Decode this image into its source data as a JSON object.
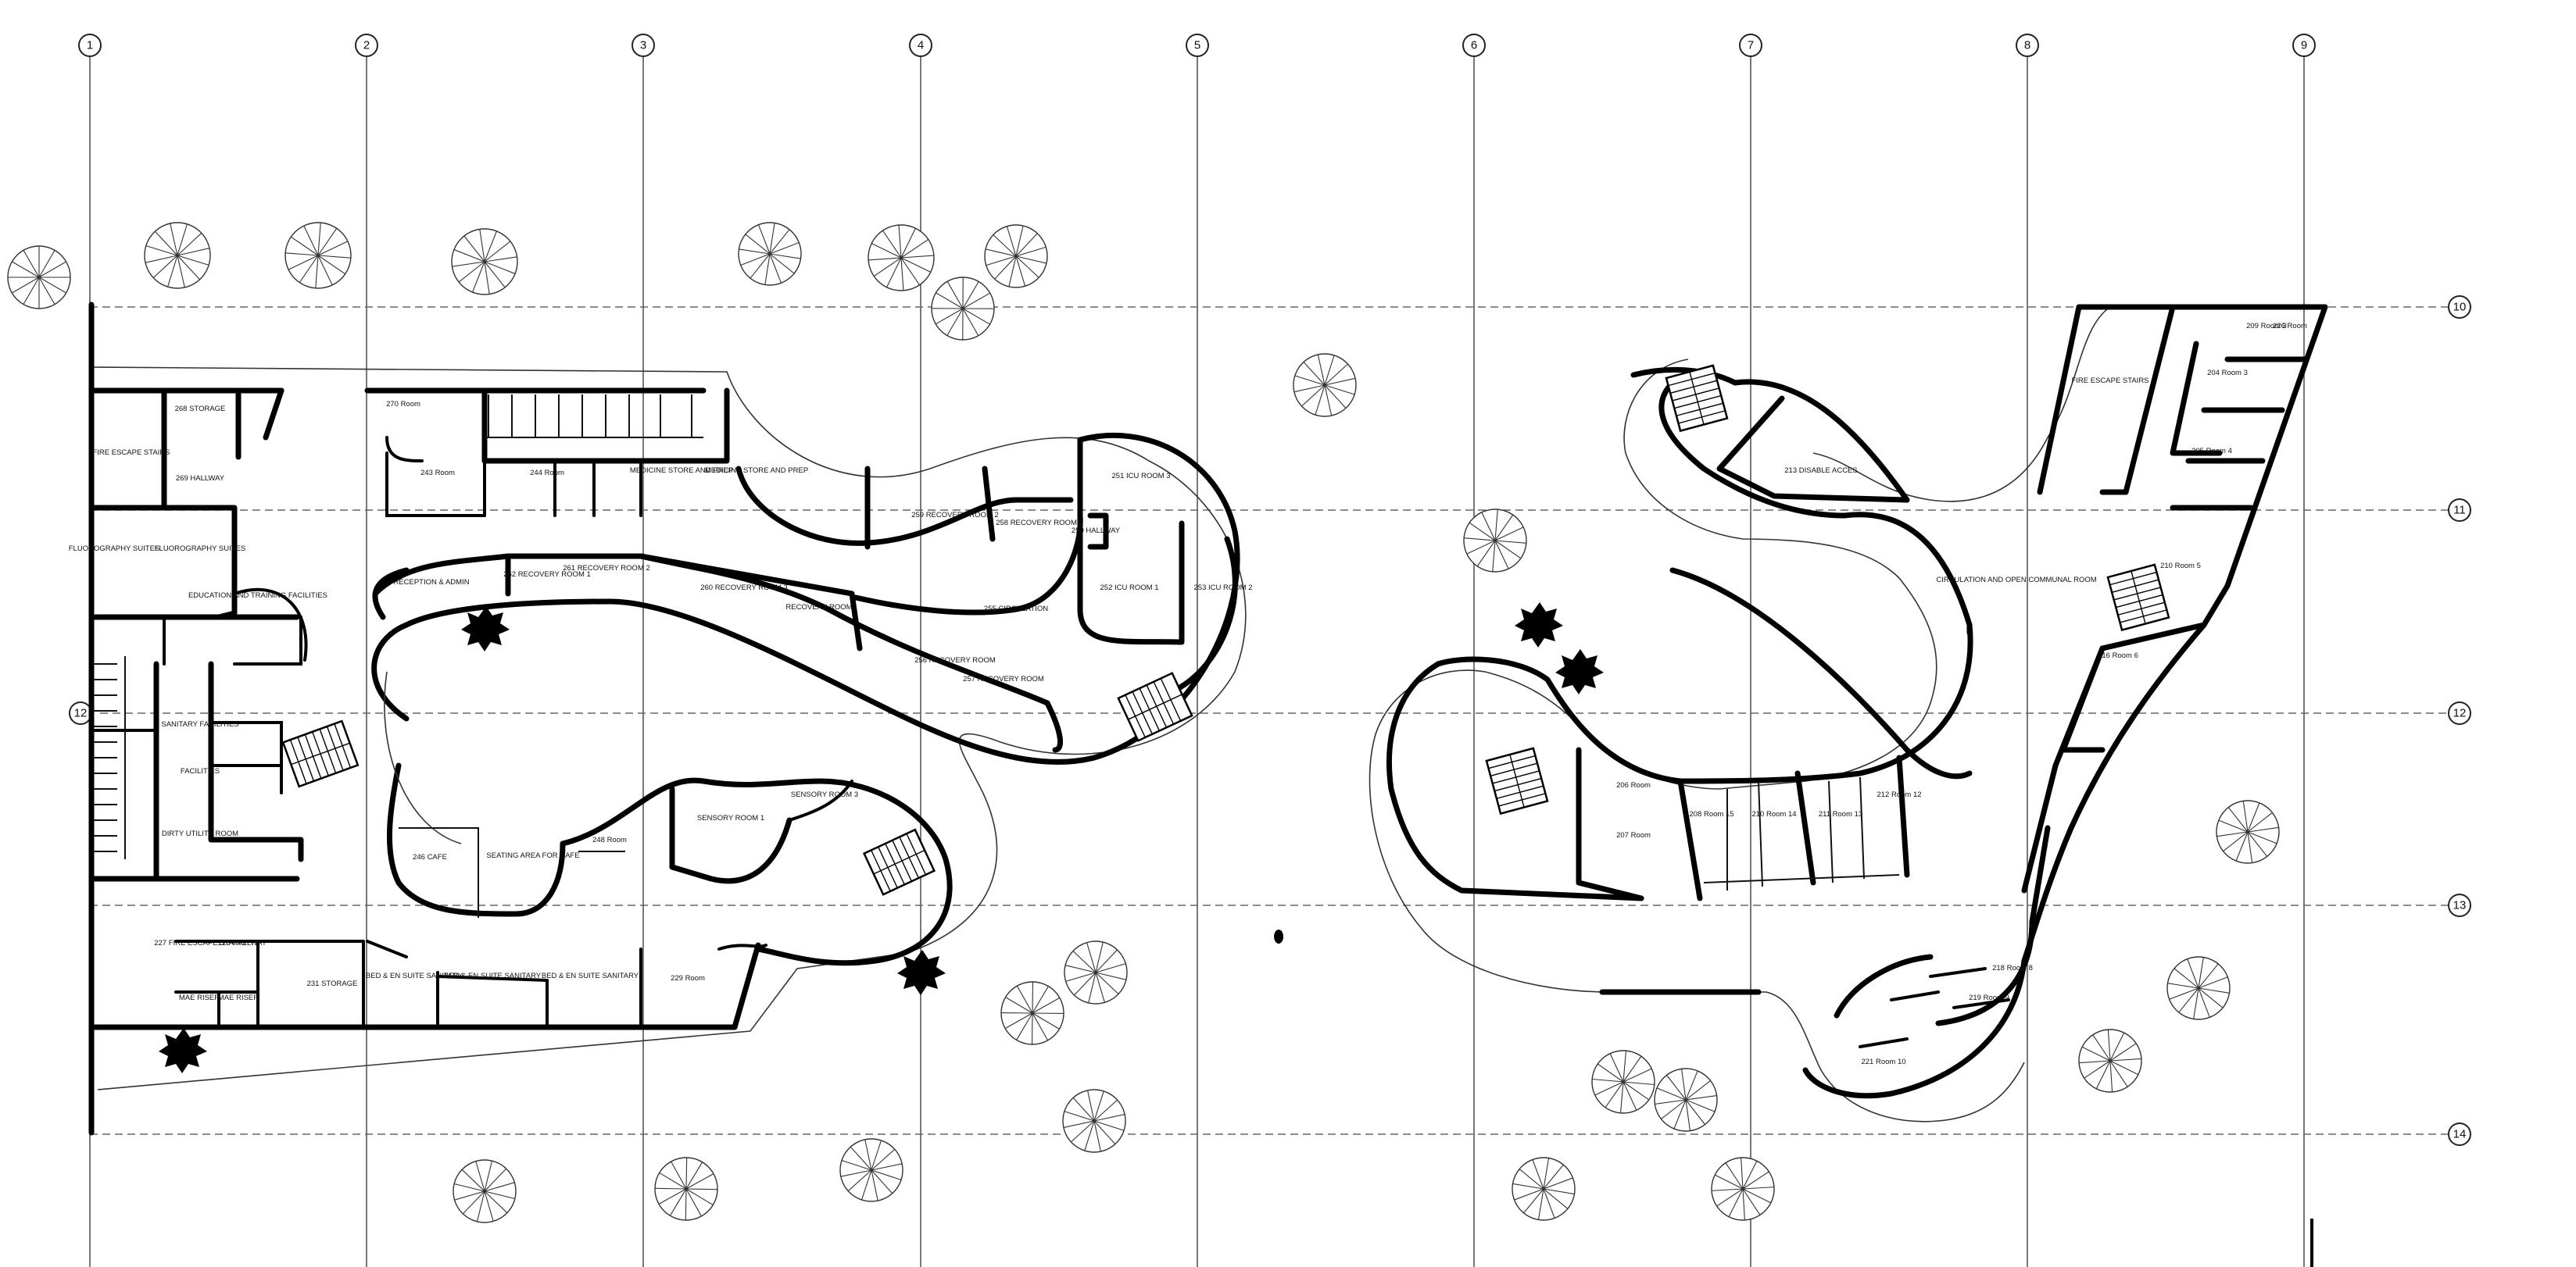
{
  "plan": {
    "grid_columns": [
      "1",
      "2",
      "3",
      "4",
      "5",
      "6",
      "7",
      "8",
      "9"
    ],
    "grid_rows": [
      "10",
      "11",
      "12",
      "13",
      "14"
    ],
    "grid_row_12_left": "12",
    "rooms": [
      {
        "label": "FIRE ESCAPE STAIRS"
      },
      {
        "label": "268 STORAGE"
      },
      {
        "label": "269 HALLWAY"
      },
      {
        "label": "270 Room"
      },
      {
        "label": "243 Room"
      },
      {
        "label": "244 Room"
      },
      {
        "label": "MEDICINE STORE AND PREP"
      },
      {
        "label": "MEDICINE STORE AND PREP"
      },
      {
        "label": "FLUOROGRAPHY SUITES"
      },
      {
        "label": "FLUOROGRAPHY SUITES"
      },
      {
        "label": "EDUCATION AND TRAINING FACILITIES"
      },
      {
        "label": "SANITARY FACILITIES"
      },
      {
        "label": "FACILITIES"
      },
      {
        "label": "DIRTY UTILITY ROOM"
      },
      {
        "label": "RECEPTION & ADMIN"
      },
      {
        "label": "262 RECOVERY ROOM 1"
      },
      {
        "label": "261 RECOVERY ROOM 2"
      },
      {
        "label": "260 RECOVERY ROOM 3"
      },
      {
        "label": "RECOVERY ROOM"
      },
      {
        "label": "259 RECOVERY ROOM 2"
      },
      {
        "label": "258 RECOVERY ROOM 1"
      },
      {
        "label": "251 ICU ROOM 3"
      },
      {
        "label": "250 HALLWAY"
      },
      {
        "label": "252 ICU ROOM 1"
      },
      {
        "label": "253 ICU ROOM 2"
      },
      {
        "label": "255 CIRCULATION"
      },
      {
        "label": "256 RECOVERY ROOM"
      },
      {
        "label": "257 RECOVERY ROOM"
      },
      {
        "label": "SENSORY ROOM 3"
      },
      {
        "label": "SENSORY ROOM 1"
      },
      {
        "label": "246 CAFE"
      },
      {
        "label": "SEATING AREA FOR CAFE"
      },
      {
        "label": "248 Room"
      },
      {
        "label": "227 FIRE ESCAPE STAIRS"
      },
      {
        "label": "228 HALLWAY"
      },
      {
        "label": "231 STORAGE"
      },
      {
        "label": "BED & EN SUITE SANITARY"
      },
      {
        "label": "BED & EN SUITE SANITARY"
      },
      {
        "label": "BED & EN SUITE SANITARY"
      },
      {
        "label": "229 Room"
      },
      {
        "label": "MAE RISER"
      },
      {
        "label": "MAE RISER"
      },
      {
        "label": "213 DISABLE ACCES"
      },
      {
        "label": "FIRE ESCAPE STAIRS"
      },
      {
        "label": "209 Room 3"
      },
      {
        "label": "204 Room 3"
      },
      {
        "label": "205 Room 4"
      },
      {
        "label": "210 Room 5"
      },
      {
        "label": "CIRCULATION AND OPEN COMMUNAL ROOM"
      },
      {
        "label": "216 Room 6"
      },
      {
        "label": "206 Room"
      },
      {
        "label": "207 Room"
      },
      {
        "label": "208 Room 15"
      },
      {
        "label": "210 Room 14"
      },
      {
        "label": "211 Room 13"
      },
      {
        "label": "212 Room 12"
      },
      {
        "label": "218 Room 8"
      },
      {
        "label": "219 Room 9"
      },
      {
        "label": "221 Room 10"
      },
      {
        "label": "226 Room"
      }
    ]
  }
}
